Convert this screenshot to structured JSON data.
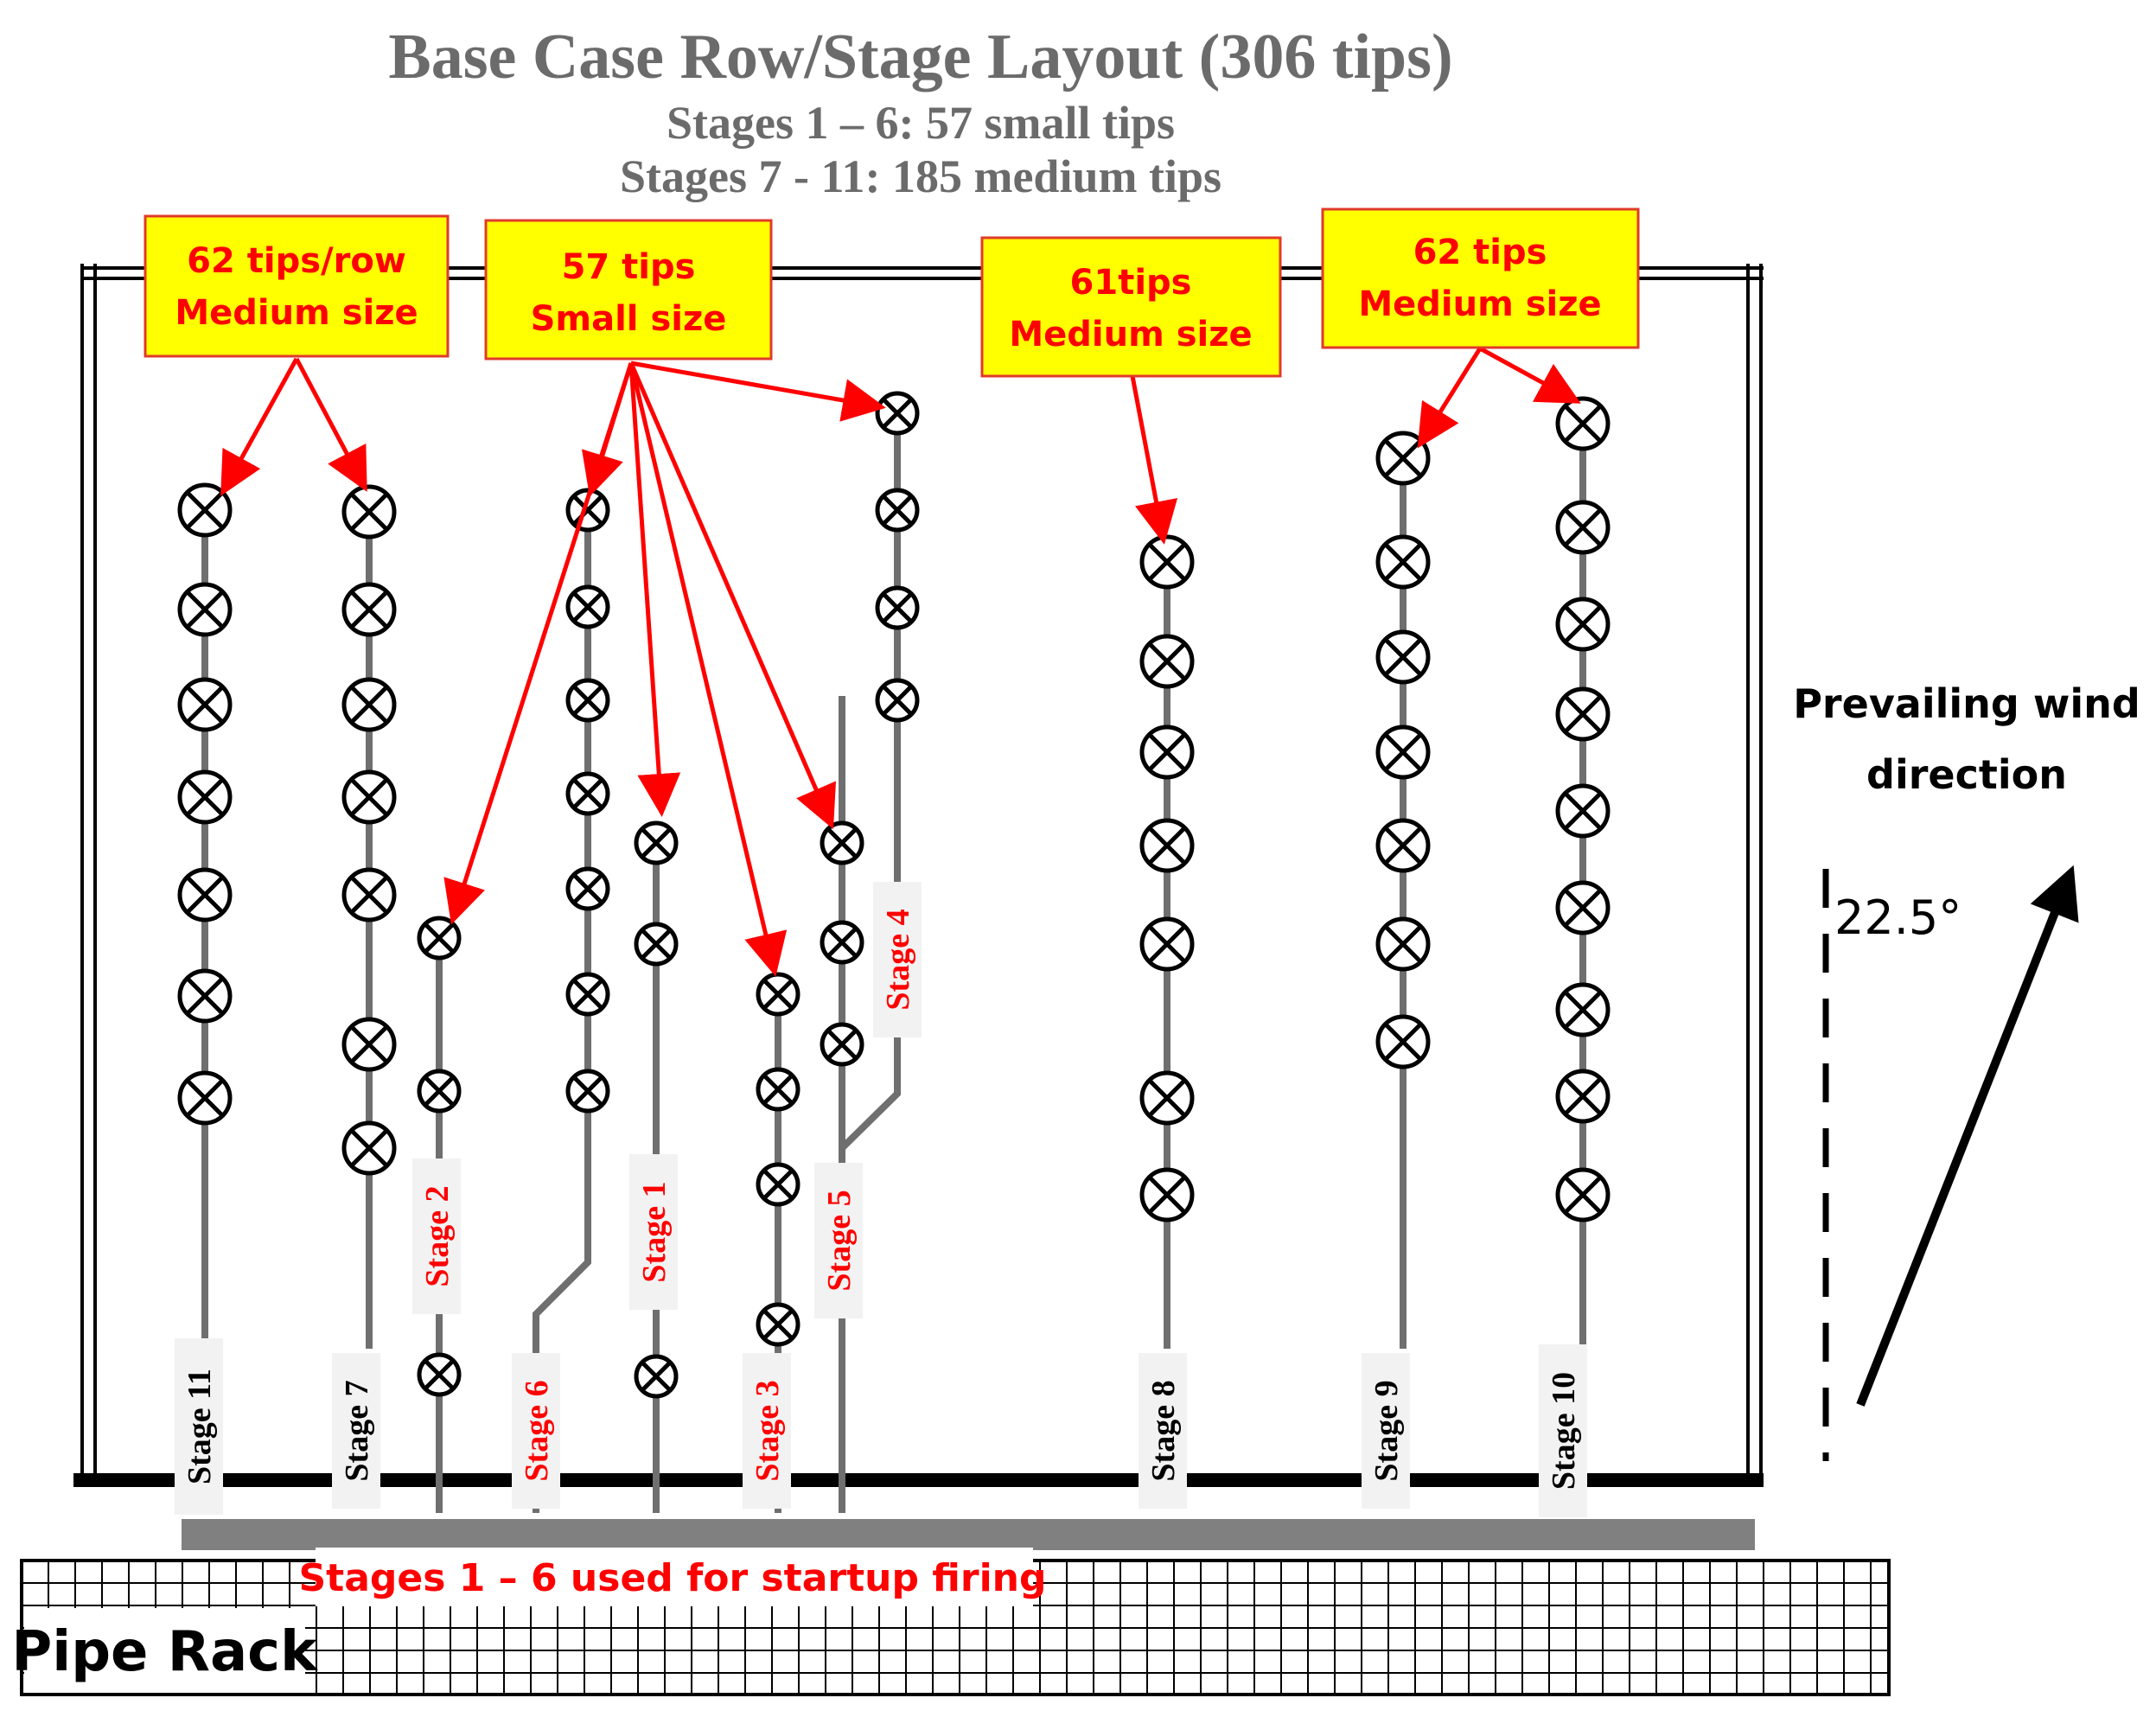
{
  "title": "Base Case Row/Stage Layout (306 tips)",
  "subtitle_1": "Stages 1 – 6: 57 small tips",
  "subtitle_2": "Stages 7  - 11: 185 medium tips",
  "callouts": [
    {
      "id": "c1",
      "line1": "62 tips/row",
      "line2": "Medium size"
    },
    {
      "id": "c2",
      "line1": "57 tips",
      "line2": "Small size"
    },
    {
      "id": "c3",
      "line1": "61tips",
      "line2": "Medium size"
    },
    {
      "id": "c4",
      "line1": "62 tips",
      "line2": "Medium size"
    }
  ],
  "stages": [
    {
      "label": "Stage 11",
      "color": "#000000"
    },
    {
      "label": "Stage 7",
      "color": "#000000"
    },
    {
      "label": "Stage 2",
      "color": "#ff0000"
    },
    {
      "label": "Stage 6",
      "color": "#ff0000"
    },
    {
      "label": "Stage 1",
      "color": "#ff0000"
    },
    {
      "label": "Stage 3",
      "color": "#ff0000"
    },
    {
      "label": "Stage 5",
      "color": "#ff0000"
    },
    {
      "label": "Stage 4",
      "color": "#ff0000"
    },
    {
      "label": "Stage 8",
      "color": "#000000"
    },
    {
      "label": "Stage 9",
      "color": "#000000"
    },
    {
      "label": "Stage 10",
      "color": "#000000"
    }
  ],
  "wind": {
    "line1": "Prevailing wind",
    "line2": "direction",
    "angle": "22.5°"
  },
  "startup_note": "Stages 1 – 6 used for startup firing",
  "pipe_rack_label": "Pipe Rack",
  "colors": {
    "callout_fill": "#ffff00",
    "callout_text": "#ff0000",
    "arrow": "#ff0000",
    "riser": "#6f6f6f"
  }
}
